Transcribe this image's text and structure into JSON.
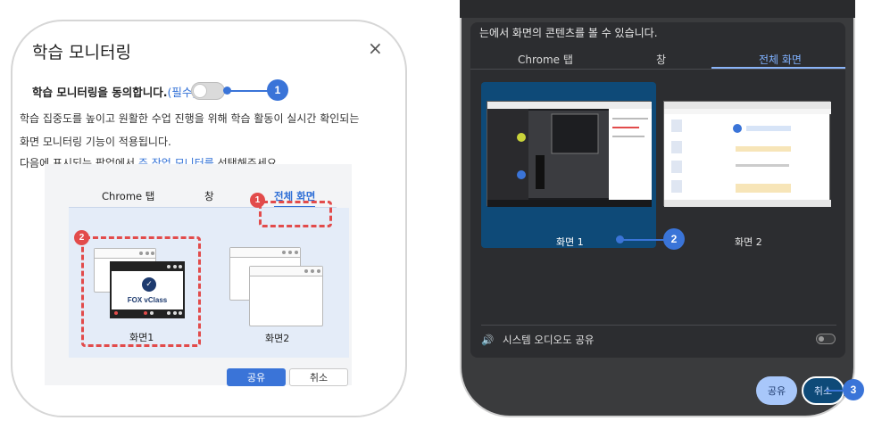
{
  "left": {
    "title": "학습 모니터링",
    "close_symbol": "×",
    "consent_label": "학습 모니터링을 동의합니다.",
    "consent_required": "(필수)",
    "consent_toggle": "off",
    "desc_line1": "학습 집중도를 높이고 원활한 수업 진행을 위해 학습 활동이 실시간 확인되는",
    "desc_line2": "화면 모니터링 기능이 적용됩니다.",
    "desc_line3_before": "다음에 표시되는 팝업에서 ",
    "desc_line3_highlight": "주 작업 모니터를",
    "desc_line3_after": " 선택해주세요.",
    "mock": {
      "tabs": [
        "Chrome 탭",
        "창",
        "전체 화면"
      ],
      "active_tab": "전체 화면",
      "screen1_label": "화면1",
      "screen2_label": "화면2",
      "app_name": "FOX vClass",
      "share_button": "공유",
      "cancel_button": "취소"
    },
    "step_badges": {
      "toggle_step": "1",
      "tab_step": "1",
      "screen_step": "2"
    }
  },
  "right": {
    "header_text": "는에서 화면의 콘텐츠를 볼 수 있습니다.",
    "tabs": [
      "Chrome 탭",
      "창",
      "전체 화면"
    ],
    "active_tab": "전체 화면",
    "screen1_label": "화면 1",
    "screen2_label": "화면 2",
    "audio_label": "시스템 오디오도 공유",
    "audio_toggle": "off",
    "share_button": "공유",
    "cancel_button": "취소",
    "step_badges": {
      "screen_step": "2",
      "cancel_step": "3"
    }
  },
  "colors": {
    "accent_blue": "#3a74d8",
    "highlight_red": "#e24b4b",
    "dark_dialog": "#2c2d30",
    "selected_thumb": "#0e4a78",
    "dark_share": "#a8c7fa"
  },
  "icons": [
    "close-icon",
    "speaker-icon",
    "fox-logo-icon"
  ]
}
